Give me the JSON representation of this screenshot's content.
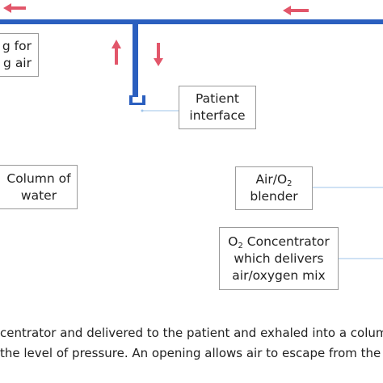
{
  "boxes": {
    "tubing": {
      "line1": "g for",
      "line2": "g air"
    },
    "patient": {
      "line1": "Patient",
      "line2": "interface"
    },
    "water": {
      "line1": "Column of",
      "line2": "water"
    },
    "blender": {
      "line1_pre": "Air/O",
      "line1_sub": "2",
      "line2": "blender"
    },
    "concentrator": {
      "line1_pre": "O",
      "line1_sub": "2",
      "line1_post": " Concentrator",
      "line2": "which delivers",
      "line3": "air/oxygen mix"
    }
  },
  "caption": {
    "line1": "centrator and delivered to the patient and exhaled into a column",
    "line2": "the level of pressure. An opening allows air to escape from the bo"
  },
  "colors": {
    "tube": "#2b5fbf",
    "arrow": "#e2566a",
    "connector": "#9fc4ea",
    "border": "#9a9a9a"
  }
}
